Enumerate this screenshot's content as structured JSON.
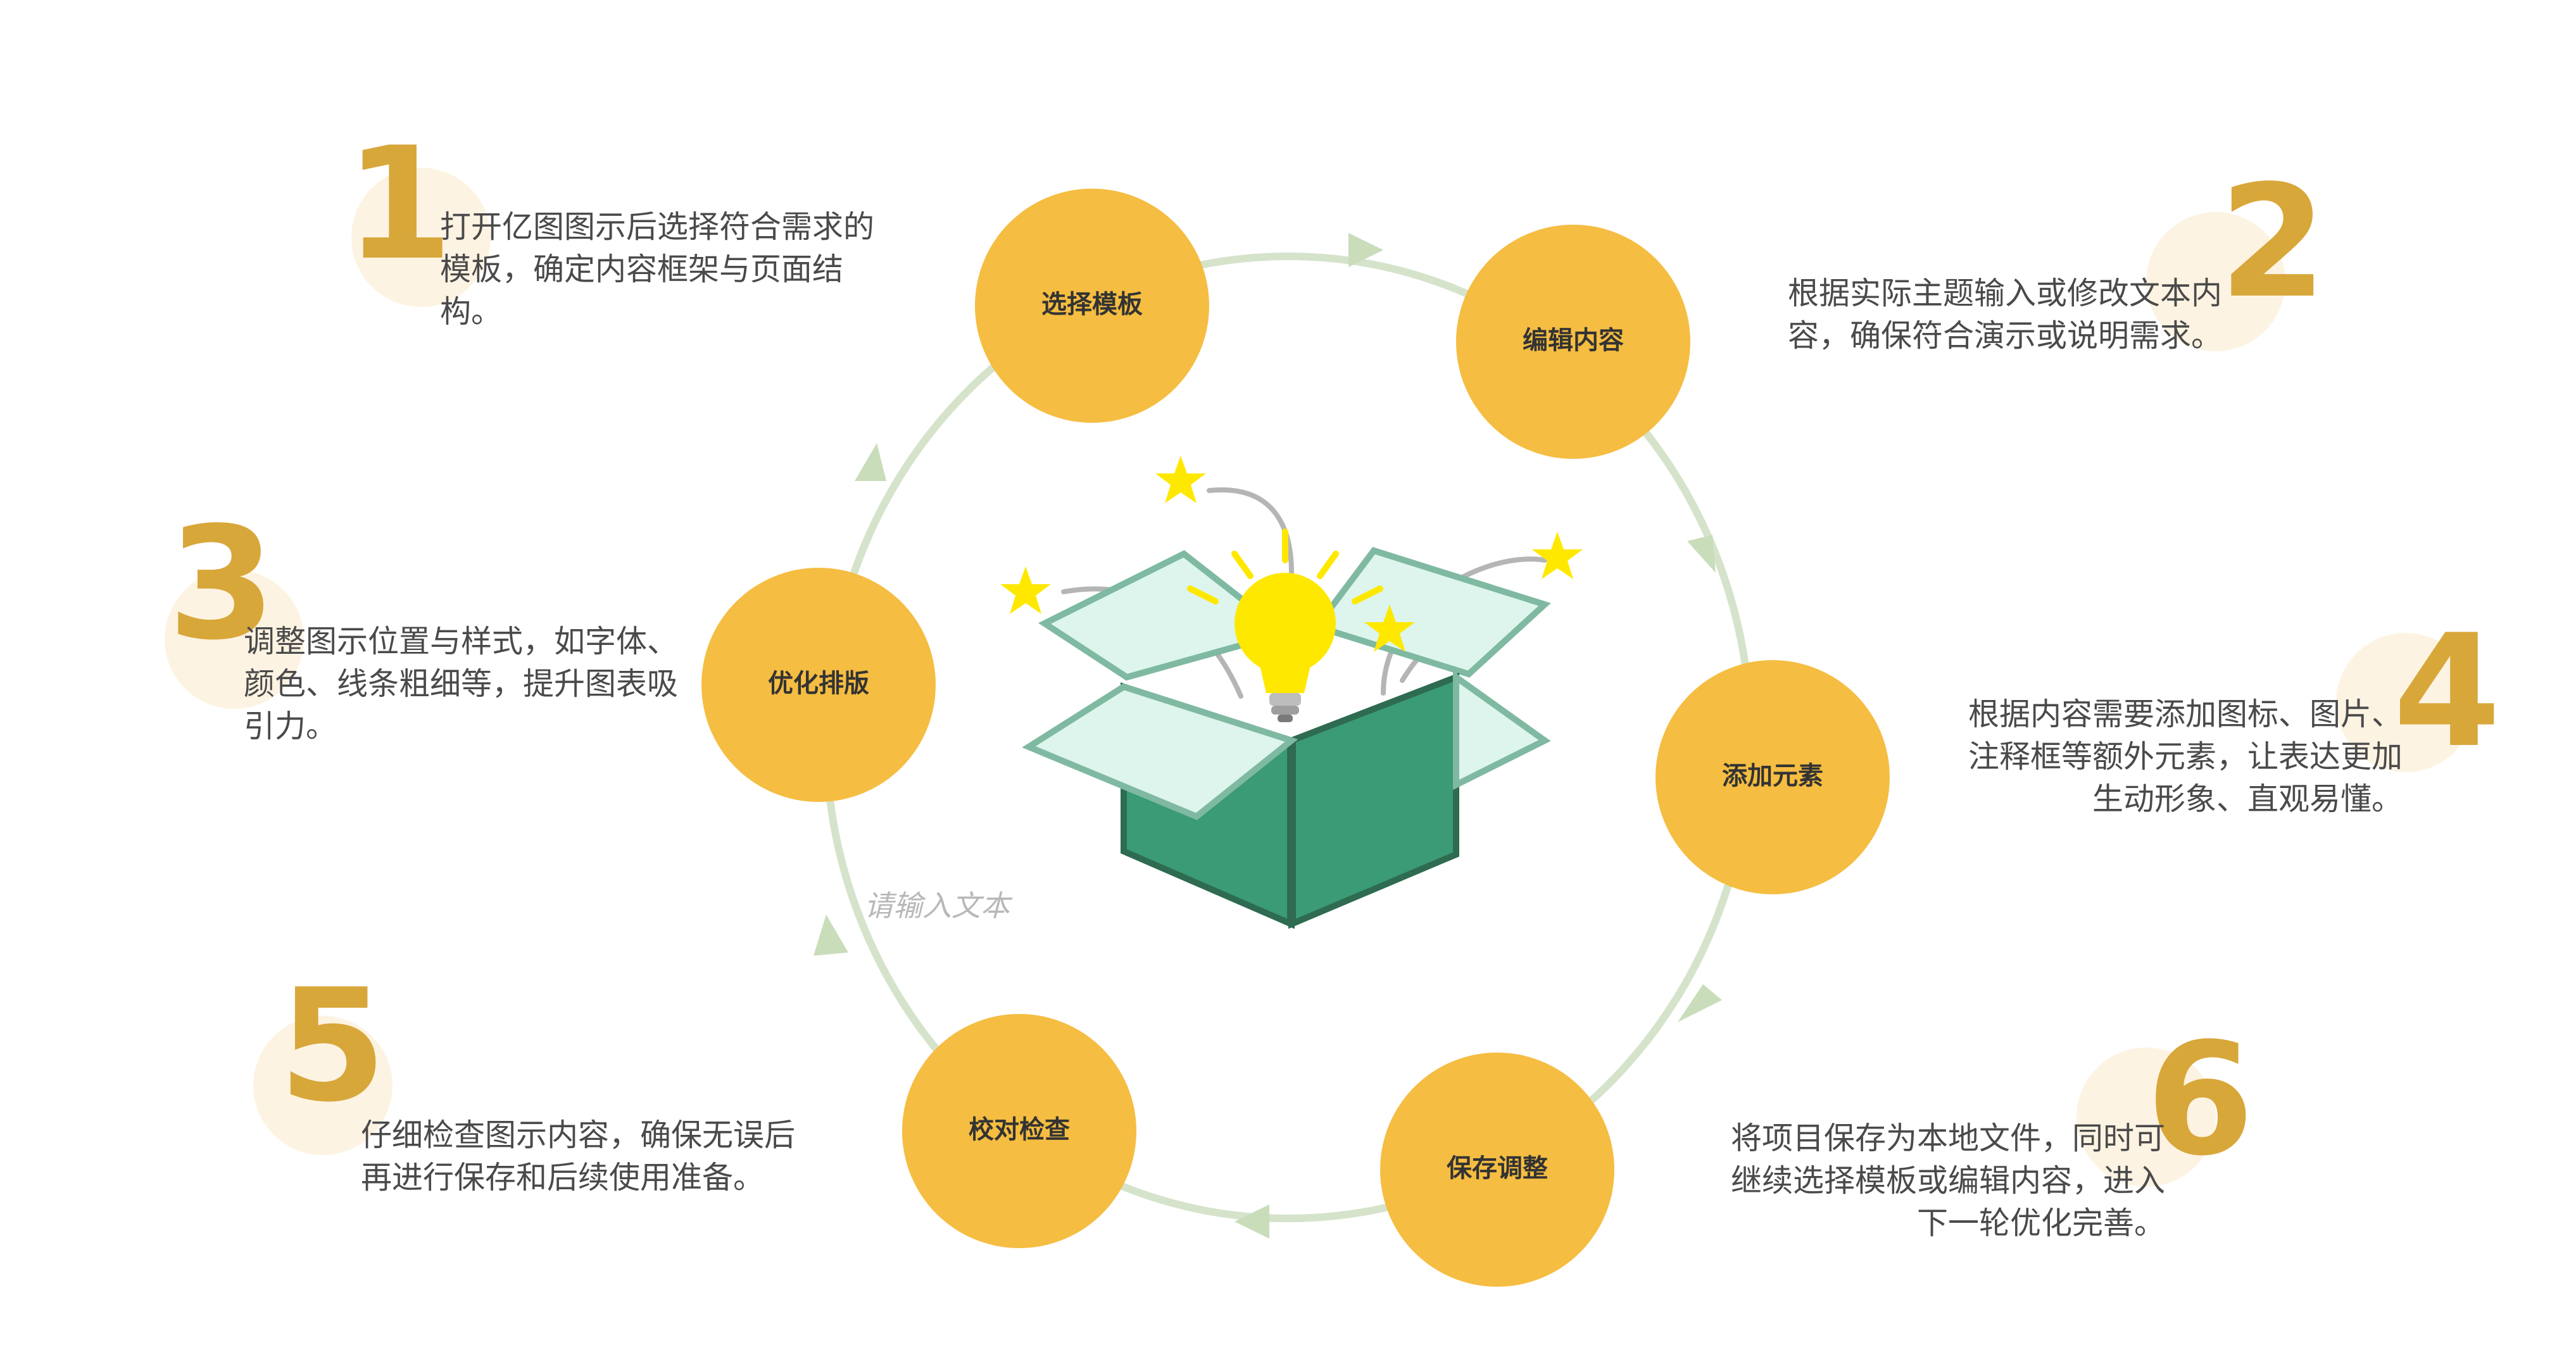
{
  "colors": {
    "accent": "#D8A73A",
    "circle_fill": "#F5BD41",
    "ring": "#D5E3CB",
    "box_green": "#3A9B74",
    "box_dark": "#2E6B51",
    "box_flap": "#DDF5EC",
    "bulb": "#FFE800",
    "star": "#FFE800"
  },
  "steps": [
    {
      "number": "1",
      "label": "选择模板",
      "text": "打开亿图图示后选择符合需求的\n模板，确定内容框架与页面结\n构。"
    },
    {
      "number": "2",
      "label": "编辑内容",
      "text": "根据实际主题输入或修改文本内\n容，确保符合演示或说明需求。"
    },
    {
      "number": "3",
      "label": "优化排版",
      "text": "调整图示位置与样式，如字体、\n颜色、线条粗细等，提升图表吸\n引力。"
    },
    {
      "number": "4",
      "label": "添加元素",
      "text": "根据内容需要添加图标、图片、\n注释框等额外元素，让表达更加\n生动形象、直观易懂。"
    },
    {
      "number": "5",
      "label": "校对检查",
      "text": "仔细检查图示内容，确保无误后\n再进行保存和后续使用准备。"
    },
    {
      "number": "6",
      "label": "保存调整",
      "text": "将项目保存为本地文件，同时可\n继续选择模板或编辑内容，进入\n下一轮优化完善。"
    }
  ],
  "placeholder_text": "请输入文本"
}
